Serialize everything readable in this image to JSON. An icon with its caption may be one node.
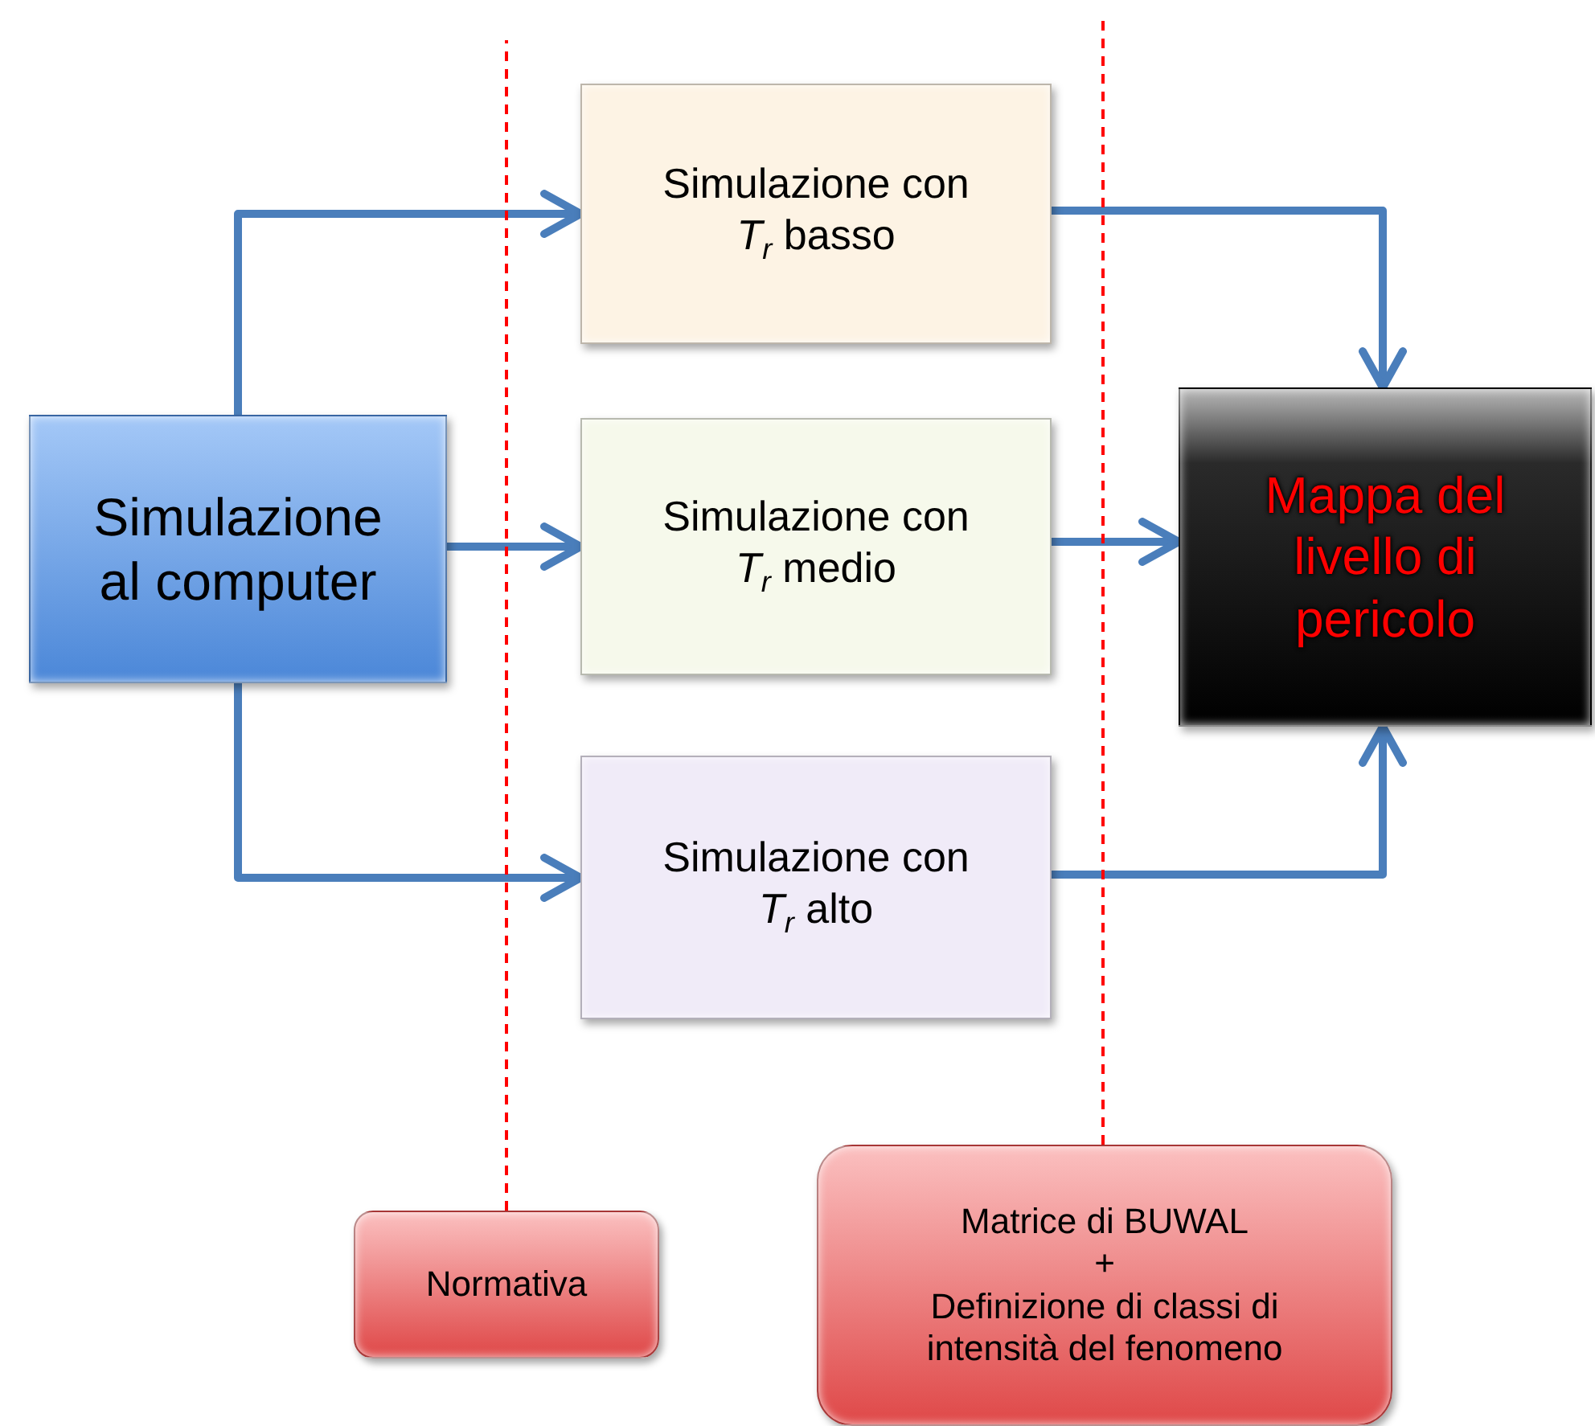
{
  "diagram": {
    "nodes": [
      {
        "text": [
          "Simulazione al computer"
        ]
      },
      {
        "text": [
          "Simulazione con *T*$_{r}$ basso"
        ]
      },
      {
        "text": [
          "Simulazione con *T*$_{r}$ medio"
        ]
      },
      {
        "text": [
          "Simulazione con *T*$_{r}$ alto"
        ]
      },
      {
        "text": [
          "Mappa del livello di pericolo"
        ]
      },
      {
        "text": [
          "Normativa"
        ]
      },
      {
        "text": [
          "Matrice di BUWAL",
          "+",
          "Definizione di classi di intensità del fenomeno"
        ]
      }
    ],
    "edges": [
      {
        "from": 0,
        "to": 1,
        "arrow": "to"
      },
      {
        "from": 0,
        "to": 2,
        "arrow": "to"
      },
      {
        "from": 0,
        "to": 3,
        "arrow": "to"
      },
      {
        "from": 1,
        "to": 4,
        "arrow": "to"
      },
      {
        "from": 2,
        "to": 4,
        "arrow": "to"
      },
      {
        "from": 3,
        "to": 4,
        "arrow": "to"
      },
      {
        "from": 5,
        "to": null,
        "arrow": "none",
        "style": "dashed",
        "color": "#ff0000"
      },
      {
        "from": 6,
        "to": null,
        "arrow": "none",
        "style": "dashed",
        "color": "#ff0000"
      }
    ]
  }
}
